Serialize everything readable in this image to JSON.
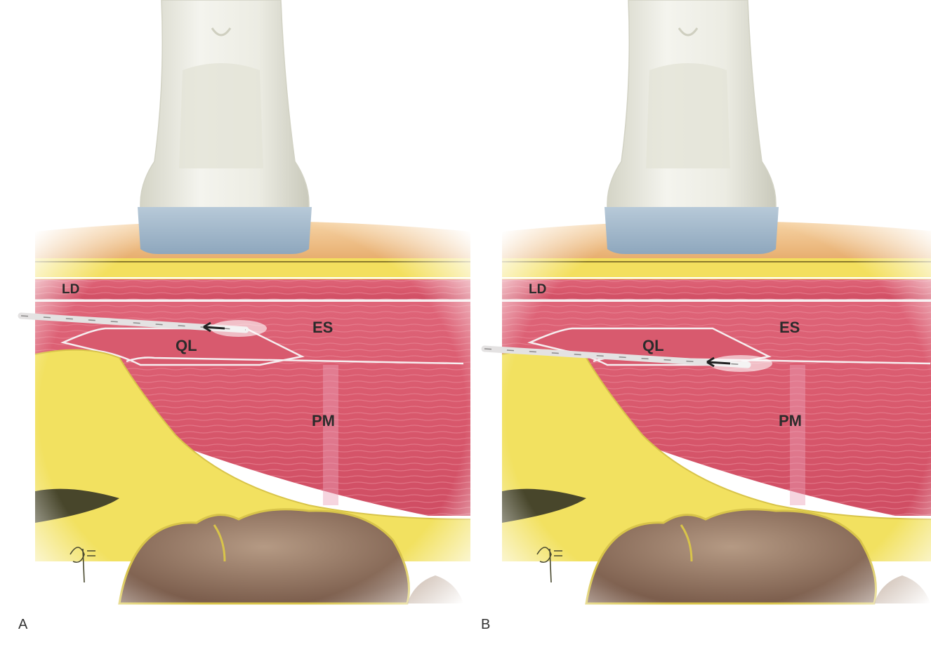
{
  "colors": {
    "skin": "#e9b77c",
    "fat": "#f2e35c",
    "muscle": "#d95a6e",
    "muscle_light": "#e98a98",
    "fascia": "#f3eef0",
    "kidney": "#9c7a66",
    "probe_body": "#e8e8df",
    "probe_tip": "#9eb5c9",
    "dark": "#2a2a22"
  },
  "panels": [
    {
      "letter": "A",
      "labels": {
        "ld": "LD",
        "es": "ES",
        "ql": "QL",
        "pm": "PM"
      }
    },
    {
      "letter": "B",
      "labels": {
        "ld": "LD",
        "es": "ES",
        "ql": "QL",
        "pm": "PM"
      }
    }
  ]
}
